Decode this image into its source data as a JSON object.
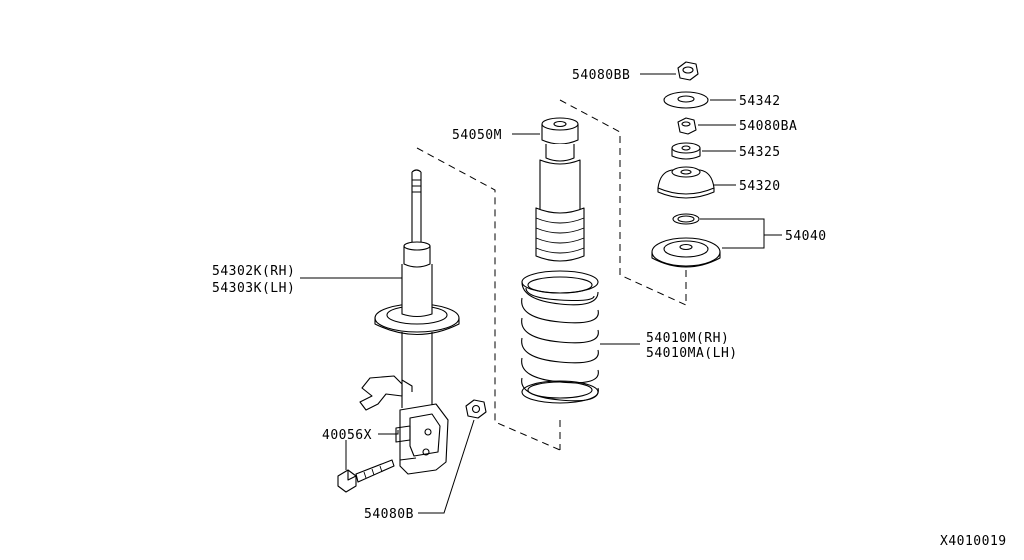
{
  "diagram_id": "X4010019",
  "labels": {
    "nut_top": "54080BB",
    "washer_top": "54342",
    "nut_mid": "54080BA",
    "bushing": "54325",
    "mount_insulator": "54320",
    "bearing_set": "54040",
    "bump_stop": "54050M",
    "strut_rh": "54302K(RH)",
    "strut_lh": "54303K(LH)",
    "spring_rh": "54010M(RH)",
    "spring_lh": "54010MA(LH)",
    "bolt": "40056X",
    "nut_lower": "54080B"
  }
}
